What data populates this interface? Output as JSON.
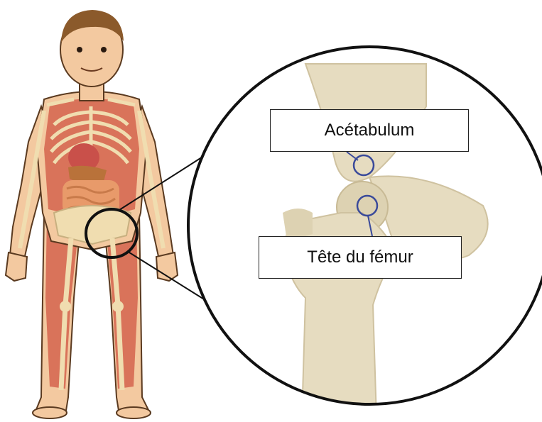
{
  "labels": {
    "acetabulum": "Acétabulum",
    "femur_head": "Tête du fémur"
  },
  "colors": {
    "skin": "#f3c9a0",
    "hair": "#8b5a2b",
    "bone": "#f0ddb0",
    "muscle": "#d9735a",
    "organ": "#c9504a",
    "intestine": "#e89a6a",
    "outline": "#111111",
    "pointer": "#3a4a9a",
    "xray_bone": "#e6dcc0"
  },
  "icons": {
    "body": "human-anatomy-figure",
    "zoom": "magnifier-circle"
  }
}
